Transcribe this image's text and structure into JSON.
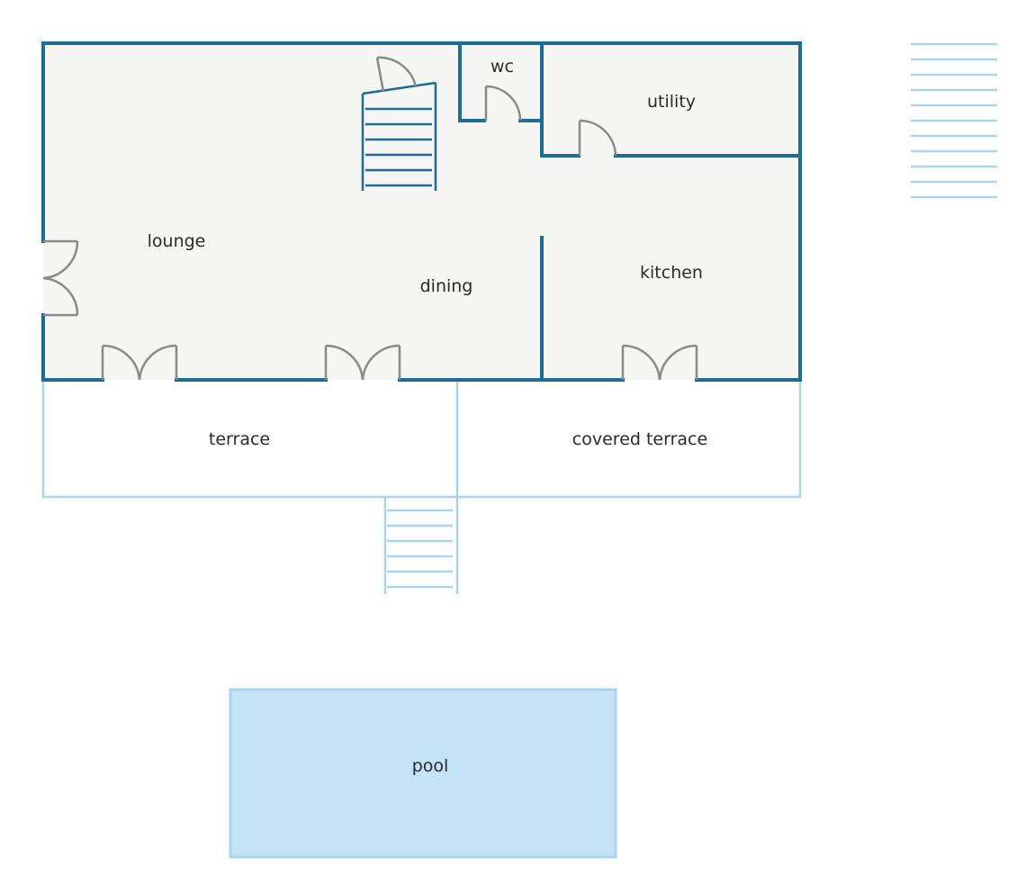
{
  "floorplan": {
    "rooms": {
      "lounge": "lounge",
      "dining": "dining",
      "wc": "wc",
      "utility": "utility",
      "kitchen": "kitchen",
      "terrace": "terrace",
      "covered_terrace": "covered terrace",
      "pool": "pool"
    },
    "colors": {
      "wall": "#1e6b96",
      "interior_fill": "#f5f5f3",
      "outdoor_line": "#a9d4ee",
      "pool_fill": "#c3e2f6",
      "door": "#8a8a8a"
    }
  }
}
